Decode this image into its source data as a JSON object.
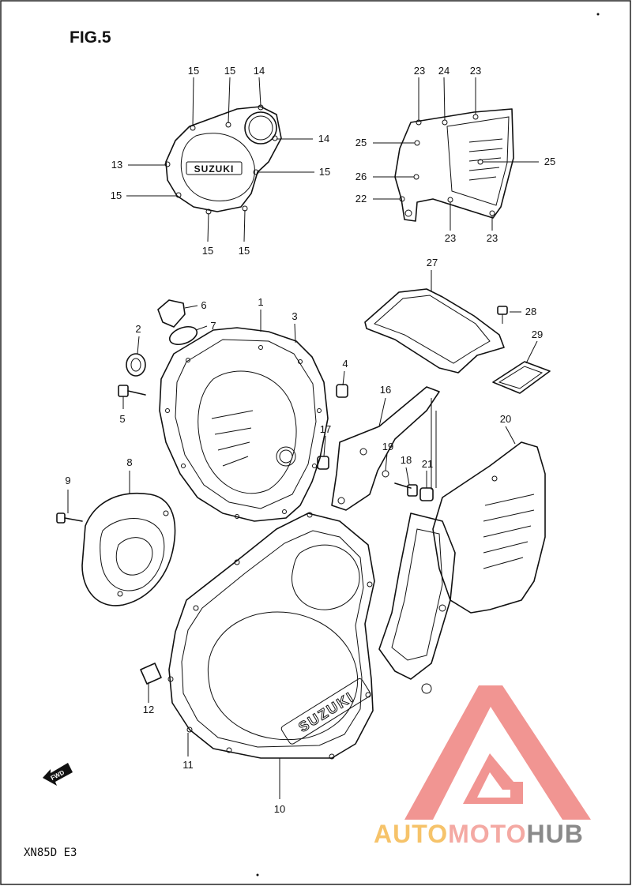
{
  "figure": {
    "title": "FIG.5",
    "model_code": "XN85D E3"
  },
  "watermark": {
    "part1": "AUTO",
    "part2": "MOTO",
    "part3": "HUB",
    "color_auto": "#f6c36a",
    "color_moto": "#f4a9a3",
    "color_hub": "#8a8a8a",
    "triangle_color": "#f08a86"
  },
  "emblems": {
    "small_cover": "SUZUKI",
    "large_cover": "SUZUKI"
  },
  "fwd_arrow": "FWD",
  "callouts": [
    {
      "id": "c15a",
      "text": "15"
    },
    {
      "id": "c15b",
      "text": "15"
    },
    {
      "id": "c14a",
      "text": "14"
    },
    {
      "id": "c14b",
      "text": "14"
    },
    {
      "id": "c13",
      "text": "13"
    },
    {
      "id": "c15c",
      "text": "15"
    },
    {
      "id": "c15d",
      "text": "15"
    },
    {
      "id": "c15e",
      "text": "15"
    },
    {
      "id": "c15f",
      "text": "15"
    },
    {
      "id": "c23a",
      "text": "23"
    },
    {
      "id": "c24",
      "text": "24"
    },
    {
      "id": "c23b",
      "text": "23"
    },
    {
      "id": "c25a",
      "text": "25"
    },
    {
      "id": "c25b",
      "text": "25"
    },
    {
      "id": "c26",
      "text": "26"
    },
    {
      "id": "c22",
      "text": "22"
    },
    {
      "id": "c23c",
      "text": "23"
    },
    {
      "id": "c23d",
      "text": "23"
    },
    {
      "id": "c27",
      "text": "27"
    },
    {
      "id": "c28",
      "text": "28"
    },
    {
      "id": "c29",
      "text": "29"
    },
    {
      "id": "c6",
      "text": "6"
    },
    {
      "id": "c7",
      "text": "7"
    },
    {
      "id": "c1",
      "text": "1"
    },
    {
      "id": "c3",
      "text": "3"
    },
    {
      "id": "c2",
      "text": "2"
    },
    {
      "id": "c4",
      "text": "4"
    },
    {
      "id": "c5",
      "text": "5"
    },
    {
      "id": "c16",
      "text": "16"
    },
    {
      "id": "c17",
      "text": "17"
    },
    {
      "id": "c19",
      "text": "19"
    },
    {
      "id": "c18",
      "text": "18"
    },
    {
      "id": "c21",
      "text": "21"
    },
    {
      "id": "c20",
      "text": "20"
    },
    {
      "id": "c8",
      "text": "8"
    },
    {
      "id": "c9",
      "text": "9"
    },
    {
      "id": "c12",
      "text": "12"
    },
    {
      "id": "c11",
      "text": "11"
    },
    {
      "id": "c10",
      "text": "10"
    }
  ]
}
